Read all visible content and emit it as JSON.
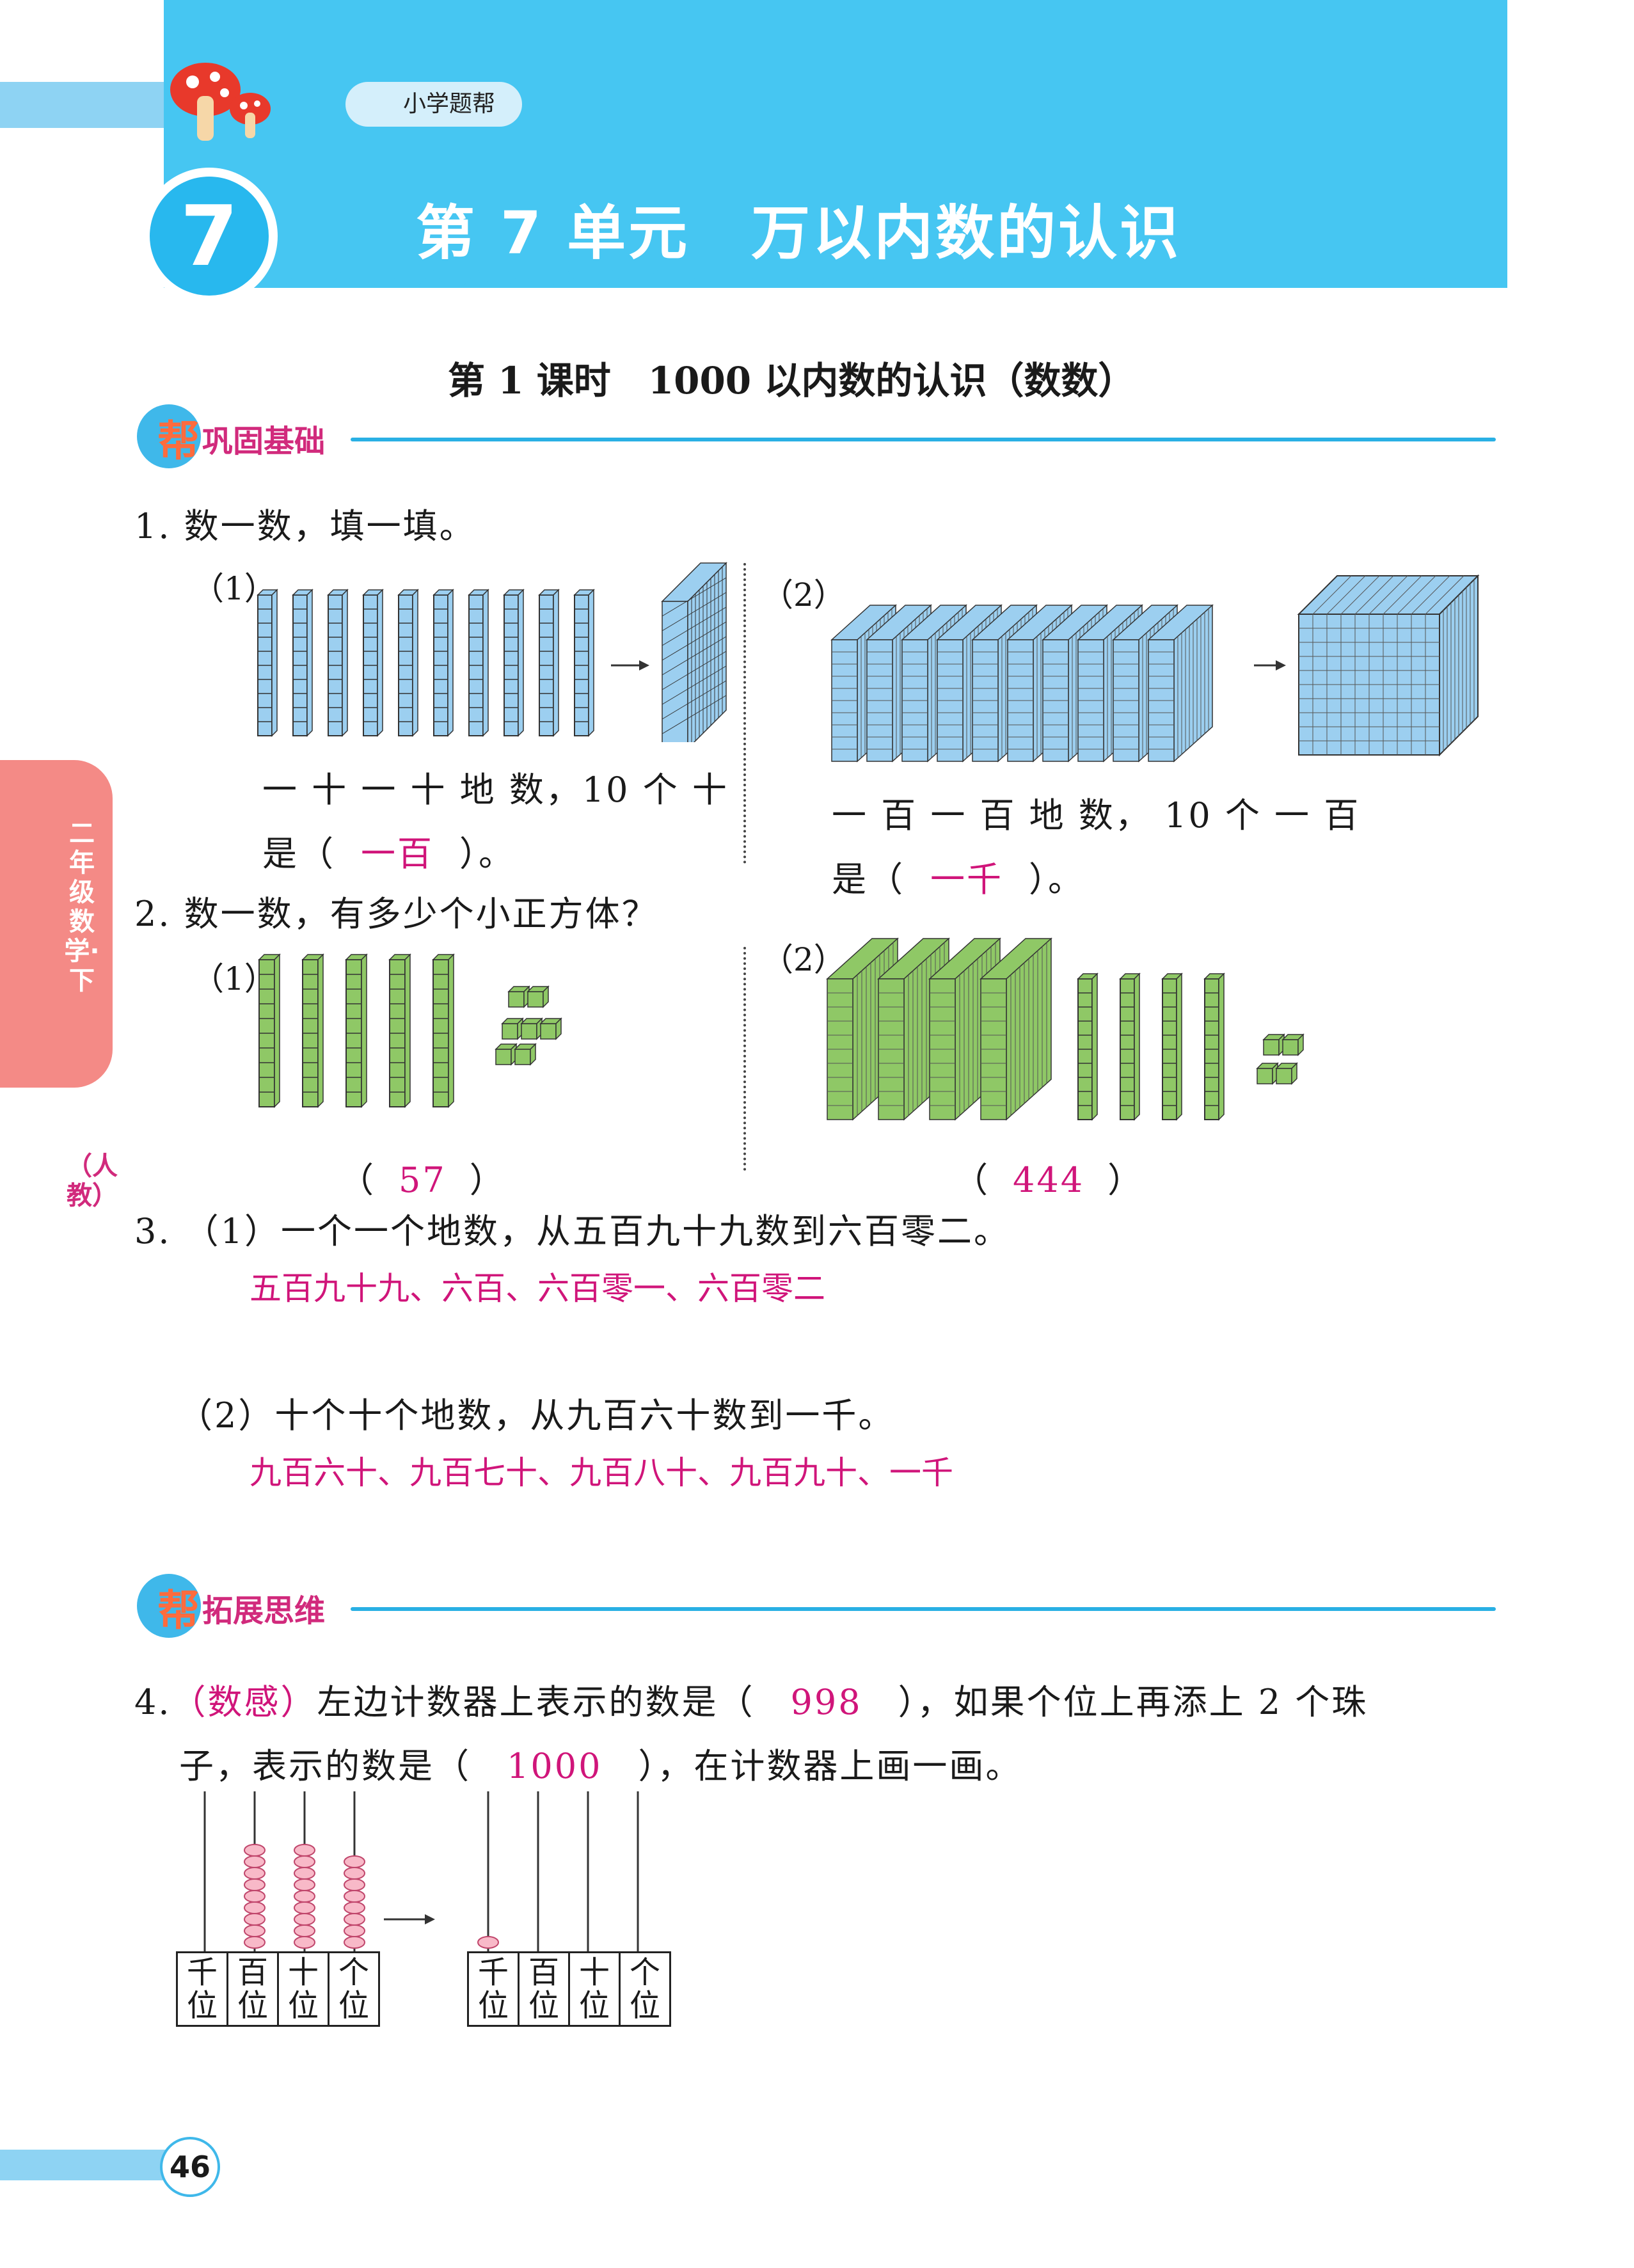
{
  "header": {
    "badge": "小学题帮",
    "unit_number": "7",
    "unit_title": "第 7 单元　万以内数的认识"
  },
  "lesson_title": "第 1 课时　1000 以内数的认识（数数）",
  "sections": {
    "basic": {
      "icon": "帮",
      "title": "巩固基础"
    },
    "extend": {
      "icon": "帮",
      "title": "拓展思维"
    }
  },
  "side_tab": {
    "text": "二年级数学·下",
    "sub": "（人教）"
  },
  "q1": {
    "stem": "1. 数一数，填一填。",
    "p1_label": "（1）",
    "p1_text": "一 十 一 十 地 数，10 个 十",
    "p1_blank_prefix": "是（",
    "p1_answer": "一百",
    "p1_blank_suffix": "）。",
    "p2_label": "（2）",
    "p2_text": "一 百 一 百 地 数， 10 个 一 百",
    "p2_blank_prefix": "是（",
    "p2_answer": "一千",
    "p2_blank_suffix": "）。"
  },
  "q2": {
    "stem": "2. 数一数，有多少个小正方体？",
    "p1_label": "（1）",
    "p1_answer": "57",
    "p2_label": "（2）",
    "p2_answer": "444",
    "open": "（",
    "close": "）"
  },
  "q3": {
    "p1_stem": "3. （1）一个一个地数，从五百九十九数到六百零二。",
    "p1_answer": "五百九十九、六百、六百零一、六百零二",
    "p2_stem": "（2）十个十个地数，从九百六十数到一千。",
    "p2_answer": "九百六十、九百七十、九百八十、九百九十、一千"
  },
  "q4": {
    "num": "4.",
    "tag": "（数感）",
    "text1": "左边计数器上表示的数是（",
    "answer1": "998",
    "text2": "），如果个位上再添上 2 个珠",
    "text3": "子，表示的数是（",
    "answer2": "1000",
    "text4": "），在计数器上画一画。",
    "places": [
      "千位",
      "百位",
      "十位",
      "个位"
    ]
  },
  "page_number": "46",
  "colors": {
    "banner": "#46c6f2",
    "answer": "#d0157a",
    "tab": "#f48a86",
    "cube_blue": "#9ccff0",
    "cube_green": "#8fc866"
  }
}
